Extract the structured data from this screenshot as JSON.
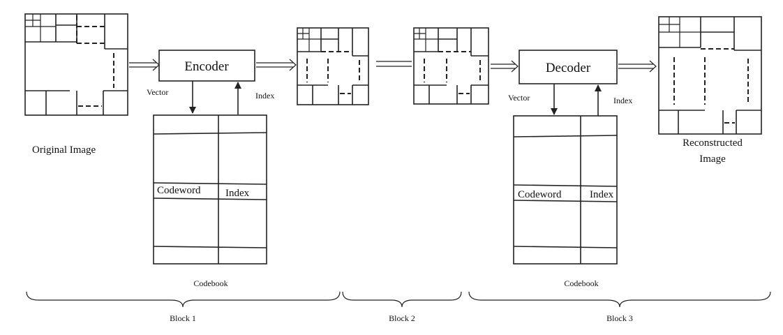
{
  "diagram": {
    "encoder_label": "Encoder",
    "decoder_label": "Decoder",
    "original_image_label": "Original Image",
    "reconstructed_image_label_line1": "Reconstructed",
    "reconstructed_image_label_line2": "Image",
    "vector_label_encoder": "Vector",
    "index_label_encoder": "Index",
    "vector_label_decoder": "Vector",
    "index_label_decoder": "Index",
    "codebook_left": {
      "caption": "Codebook",
      "col1": "Codeword",
      "col2": "Index"
    },
    "codebook_right": {
      "caption": "Codebook",
      "col1": "Codeword",
      "col2": "Index"
    },
    "block1_label": "Block 1",
    "block2_label": "Block 2",
    "block3_label": "Block 3"
  }
}
